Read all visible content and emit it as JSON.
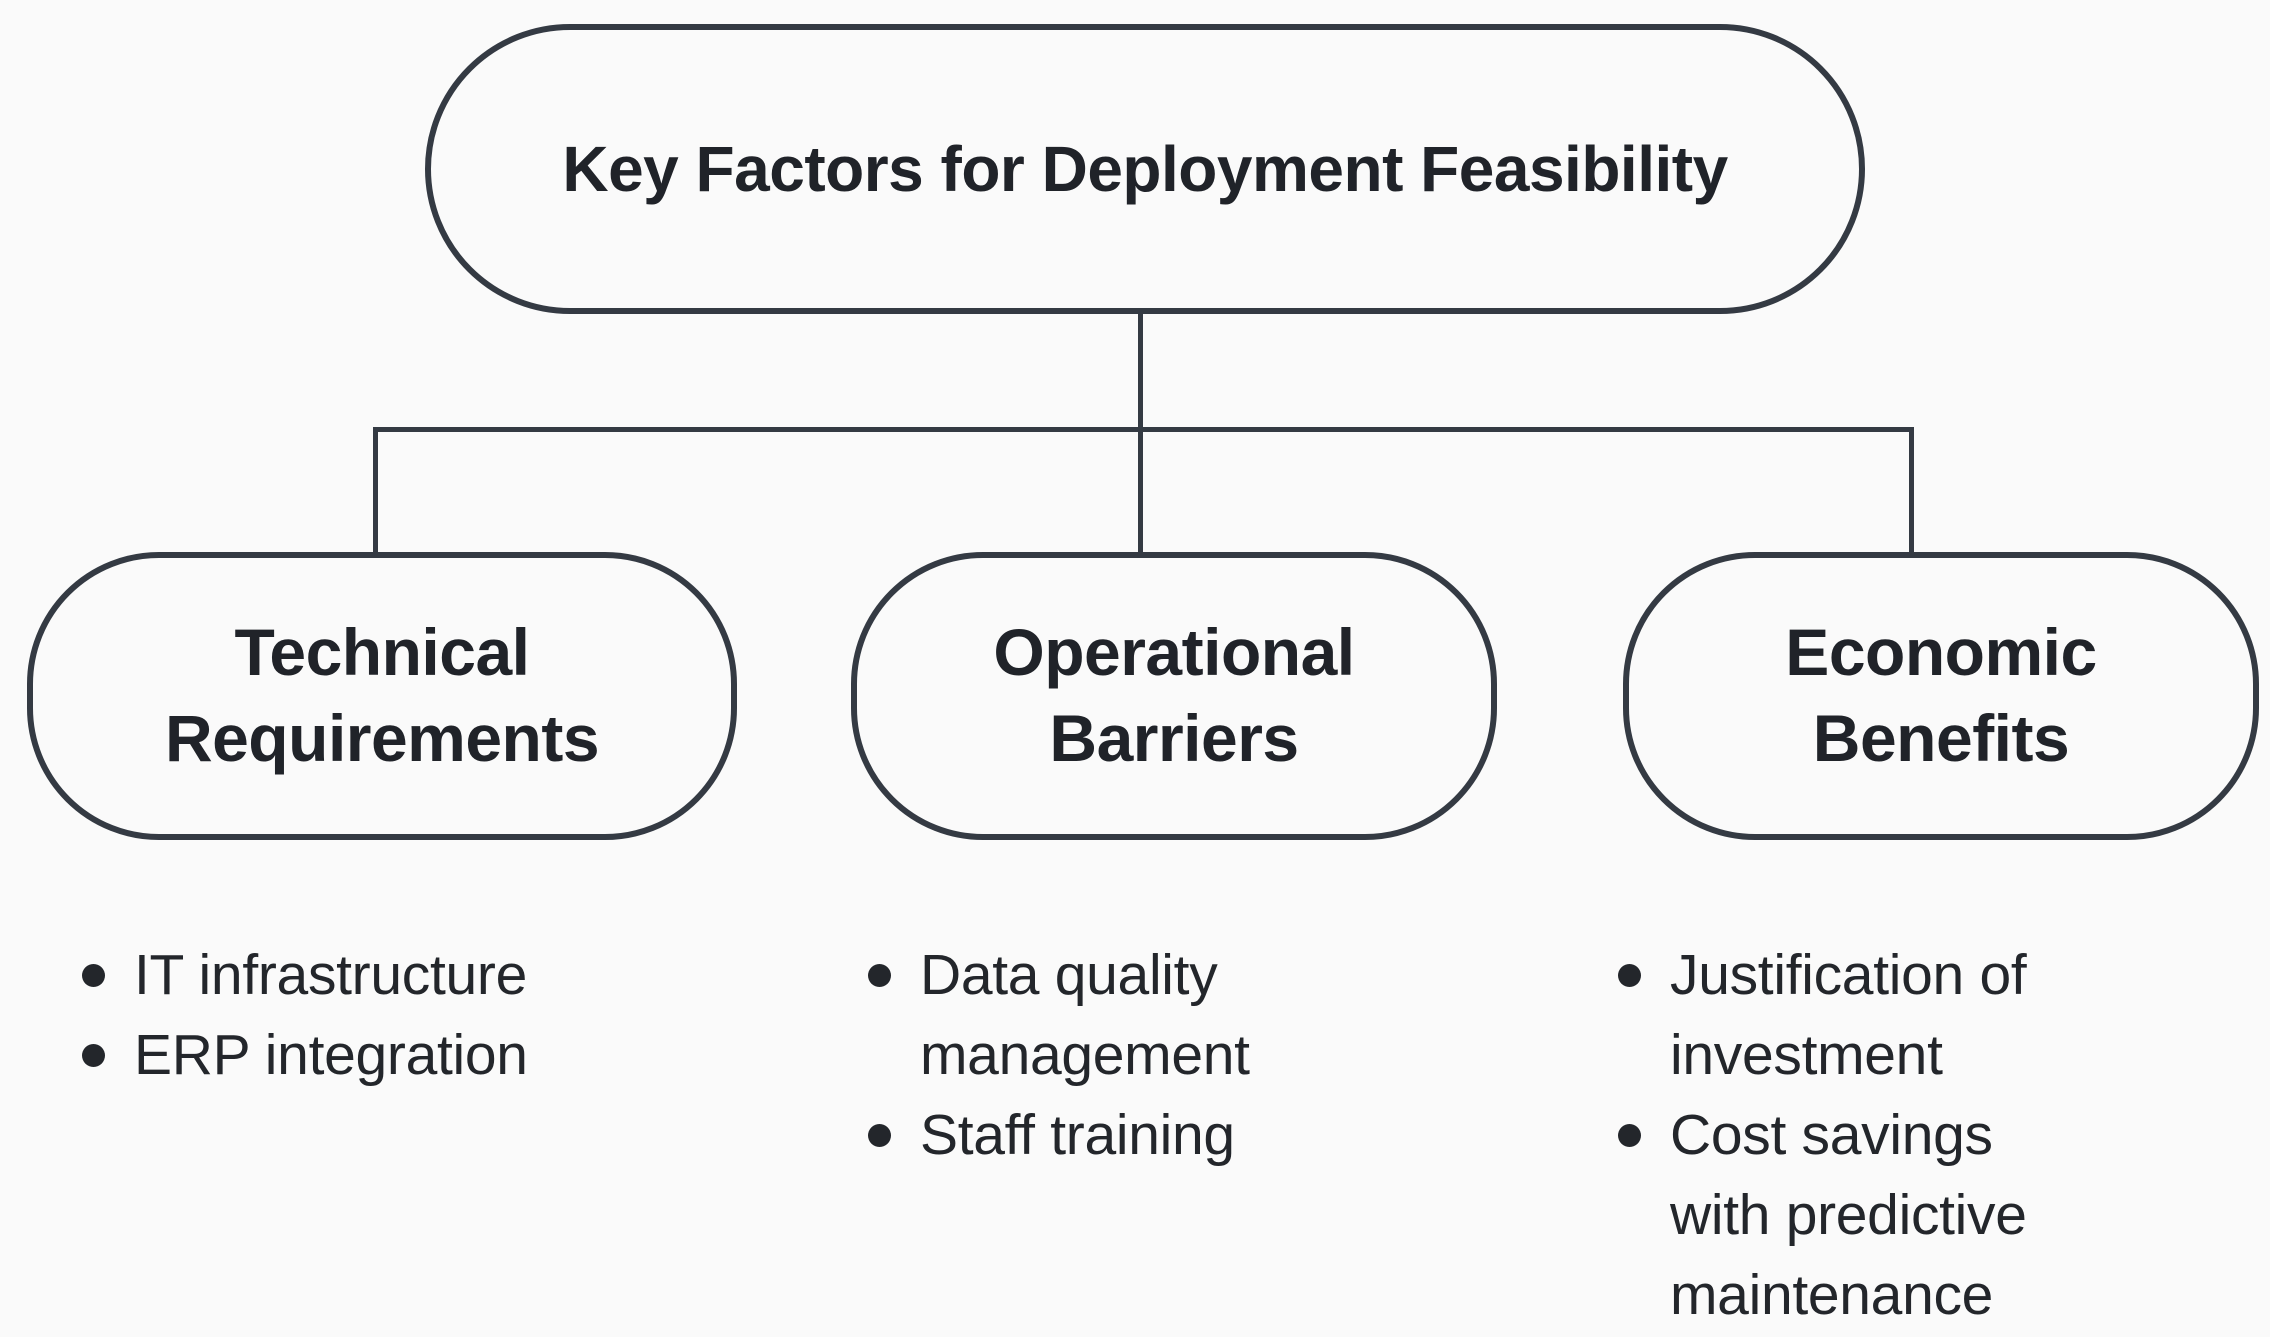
{
  "diagram": {
    "title": "Key Factors for Deployment Feasibility",
    "colors": {
      "stroke": "#343a43",
      "text": "#202329",
      "background": "#fafafa"
    },
    "branches": [
      {
        "id": "technical",
        "label_lines": [
          "Technical",
          "Requirements"
        ],
        "bullets": [
          [
            "IT infrastructure"
          ],
          [
            "ERP integration"
          ]
        ]
      },
      {
        "id": "operational",
        "label_lines": [
          "Operational",
          "Barriers"
        ],
        "bullets": [
          [
            "Data quality",
            "management"
          ],
          [
            "Staff training"
          ]
        ]
      },
      {
        "id": "economic",
        "label_lines": [
          "Economic",
          "Benefits"
        ],
        "bullets": [
          [
            "Justification of",
            "investment"
          ],
          [
            "Cost savings",
            "with predictive",
            "maintenance"
          ]
        ]
      }
    ]
  }
}
